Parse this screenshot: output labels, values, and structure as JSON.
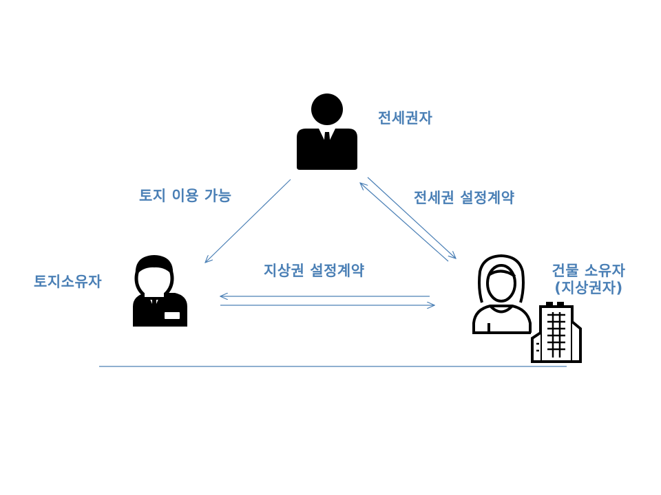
{
  "nodes": {
    "jeonse_holder": {
      "label": "전세권자"
    },
    "land_owner": {
      "label": "토지소유자"
    },
    "building_owner": {
      "line1": "건물 소유자",
      "line2": "(지상권자)"
    }
  },
  "edges": {
    "land_use": {
      "label": "토지 이용 가능"
    },
    "jeonse_contract": {
      "label": "전세권 설정계약"
    },
    "superficies_contract": {
      "label": "지상권 설정계약"
    }
  },
  "colors": {
    "line": "#4a7fb5",
    "text": "#4a7fb5",
    "icon": "#000000"
  }
}
